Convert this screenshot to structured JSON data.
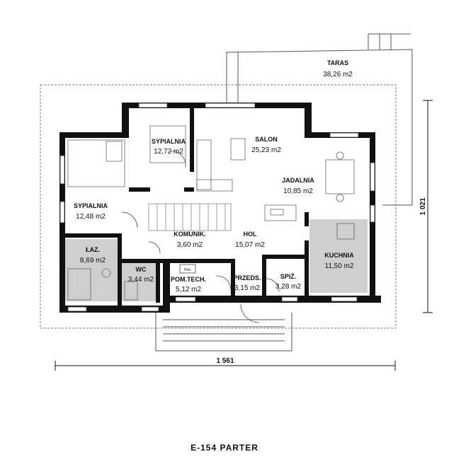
{
  "plan_title": "E-154 PARTER",
  "dimensions": {
    "width": "1 561",
    "depth": "1 021"
  },
  "rooms": [
    {
      "name": "TARAS",
      "area": "38,26 m2"
    },
    {
      "name": "SALON",
      "area": "25,23 m2"
    },
    {
      "name": "SYPIALNIA",
      "area": "12,72 m2"
    },
    {
      "name": "JADALNIA",
      "area": "10,85 m2"
    },
    {
      "name": "SYPIALNIA",
      "area": "12,48 m2"
    },
    {
      "name": "KOMUNIK.",
      "area": "3,60 m2"
    },
    {
      "name": "HOL",
      "area": "15,07 m2"
    },
    {
      "name": "ŁAZ.",
      "area": "8,69 m2"
    },
    {
      "name": "KUCHNIA",
      "area": "11,50 m2"
    },
    {
      "name": "WC",
      "area": "3,44 m2"
    },
    {
      "name": "POM.TECH.",
      "area": "5,12 m2"
    },
    {
      "name": "PRZEDS.",
      "area": "3,15 m2"
    },
    {
      "name": "SPIŻ.",
      "area": "3,28 m2"
    }
  ],
  "appliance_label": "Piec",
  "colors": {
    "wall": "#111111",
    "tile": "#cfcfcf",
    "line": "#555555"
  }
}
